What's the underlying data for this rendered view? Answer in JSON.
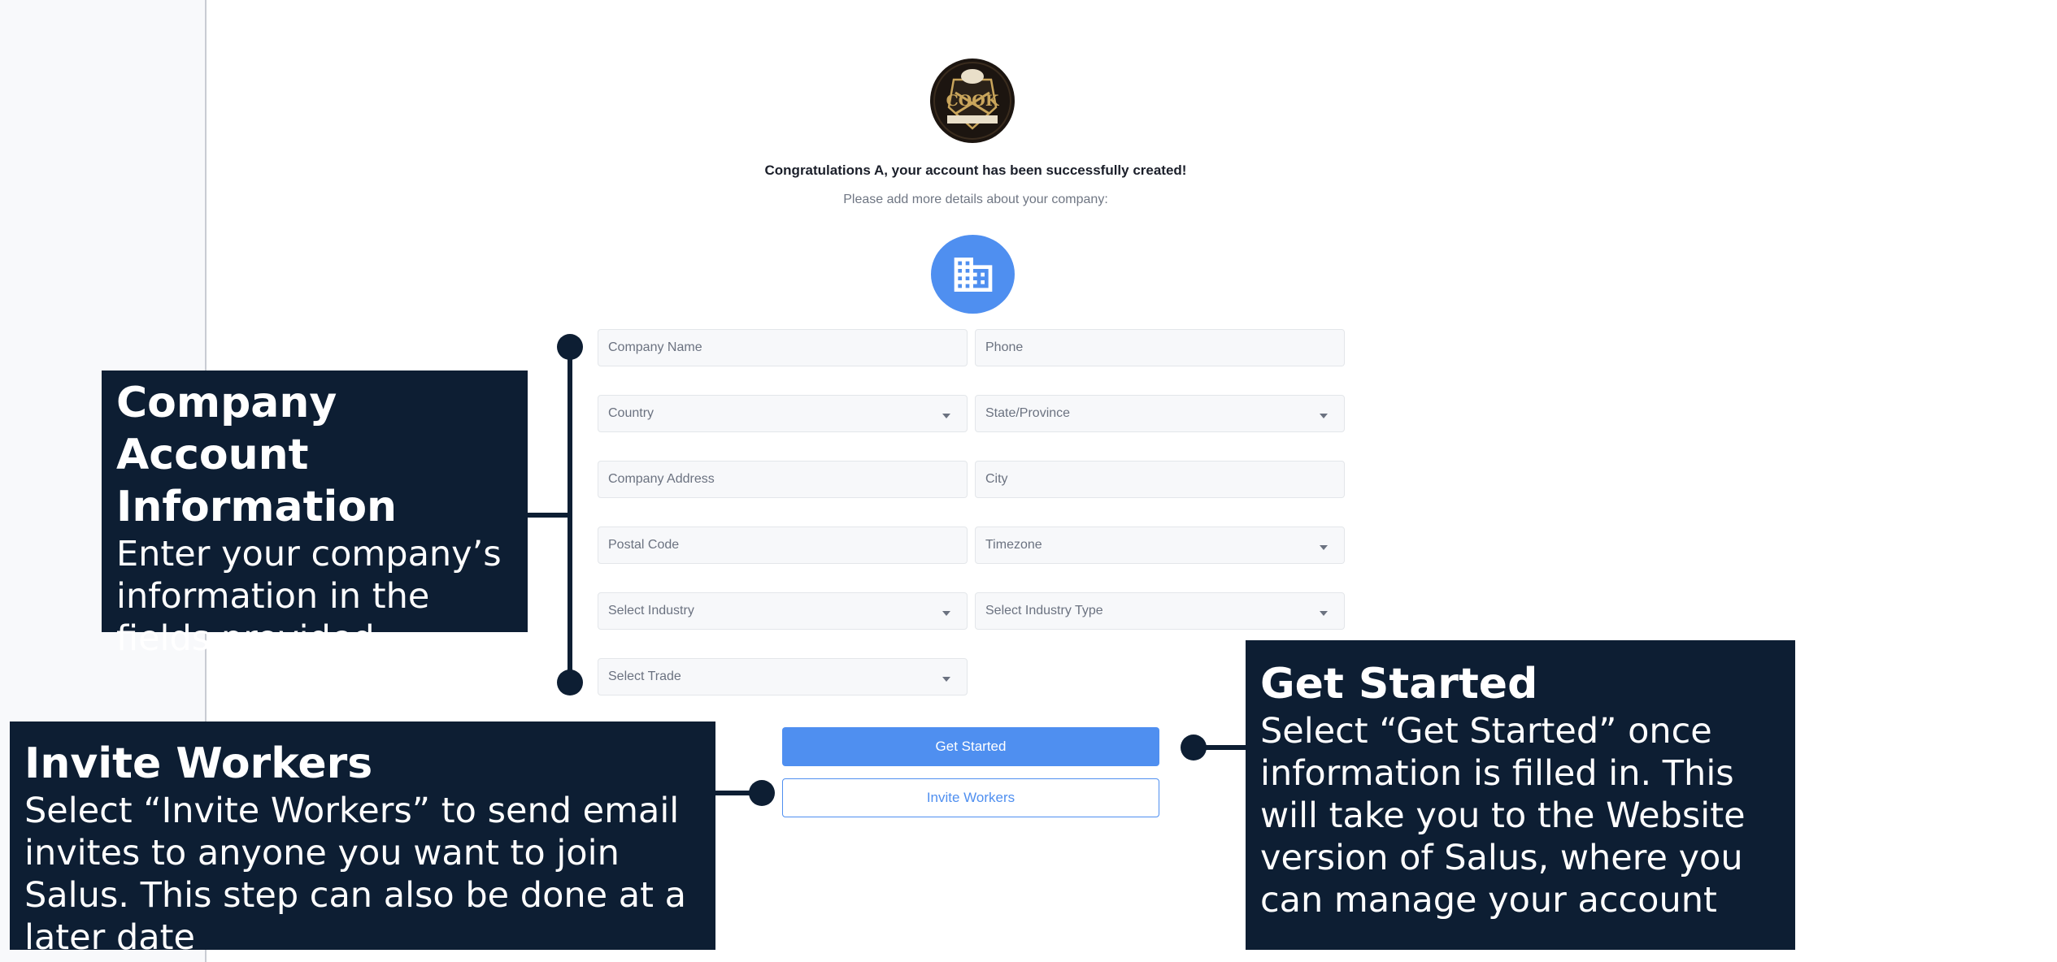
{
  "header": {
    "logo_text": "COOK",
    "congratulations": "Congratulations A, your account has been successfully created!",
    "subtitle": "Please add more details about your company:"
  },
  "company_icon": "building-icon",
  "form": {
    "company_name_placeholder": "Company Name",
    "phone_placeholder": "Phone",
    "country_placeholder": "Country",
    "state_placeholder": "State/Province",
    "address_placeholder": "Company Address",
    "city_placeholder": "City",
    "postal_placeholder": "Postal Code",
    "timezone_placeholder": "Timezone",
    "industry_placeholder": "Select Industry",
    "industry_type_placeholder": "Select Industry Type",
    "trade_placeholder": "Select Trade"
  },
  "actions": {
    "get_started": "Get Started",
    "invite_workers": "Invite Workers"
  },
  "callouts": {
    "company": {
      "title": "Company Account Information",
      "body": "Enter your company’s information in the fields provided"
    },
    "invite": {
      "title": "Invite Workers",
      "body": "Select “Invite Workers” to send email invites to anyone you want to join Salus. This step can also be done at a later date"
    },
    "start": {
      "title": "Get Started",
      "body": "Select “Get Started” once information is filled in. This will take you to the Website version of Salus, where you can manage your account"
    }
  },
  "colors": {
    "accent": "#4f8ff0",
    "callout_bg": "#0d1e33",
    "field_bg": "#f7f8fa"
  }
}
